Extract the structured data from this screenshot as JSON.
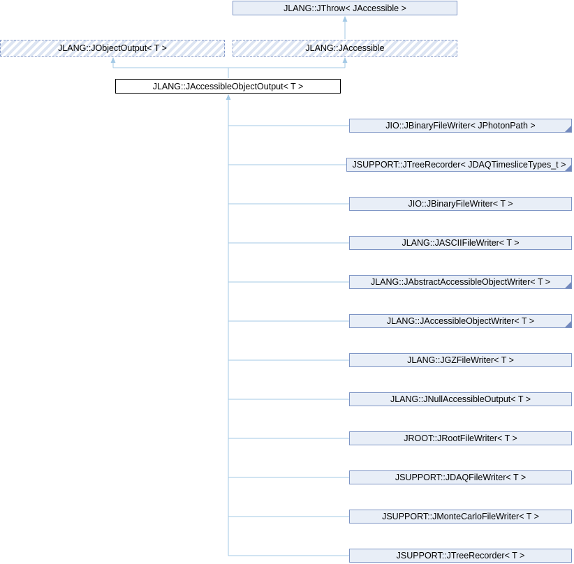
{
  "diagram": {
    "kind": "class-inheritance-graph",
    "colors": {
      "background": "#ffffff",
      "node_fill": "#e8eef7",
      "node_border": "#7e95c5",
      "hatch_stripe": "#dce4f2",
      "dashed_border": "#8095c6",
      "focus_border": "#000000",
      "edge": "#a3c9e6",
      "fold_corner": "#7389bd",
      "text": "#000000"
    },
    "nodes": {
      "grandparent": {
        "label": "JLANG::JThrow< JAccessible >"
      },
      "parents": [
        {
          "label": "JLANG::JObjectOutput< T >",
          "style": "hatched"
        },
        {
          "label": "JLANG::JAccessible",
          "style": "hatched"
        }
      ],
      "focus": {
        "label": "JLANG::JAccessibleObjectOutput< T >"
      },
      "derived": [
        {
          "label": "JIO::JBinaryFileWriter< JPhotonPath >",
          "has_subclasses": true
        },
        {
          "label": "JSUPPORT::JTreeRecorder< JDAQTimesliceTypes_t >",
          "has_subclasses": true
        },
        {
          "label": "JIO::JBinaryFileWriter< T >",
          "has_subclasses": false
        },
        {
          "label": "JLANG::JASCIIFileWriter< T >",
          "has_subclasses": false
        },
        {
          "label": "JLANG::JAbstractAccessibleObjectWriter< T >",
          "has_subclasses": true
        },
        {
          "label": "JLANG::JAccessibleObjectWriter< T >",
          "has_subclasses": true
        },
        {
          "label": "JLANG::JGZFileWriter< T >",
          "has_subclasses": false
        },
        {
          "label": "JLANG::JNullAccessibleOutput< T >",
          "has_subclasses": false
        },
        {
          "label": "JROOT::JRootFileWriter< T >",
          "has_subclasses": false
        },
        {
          "label": "JSUPPORT::JDAQFileWriter< T >",
          "has_subclasses": false
        },
        {
          "label": "JSUPPORT::JMonteCarloFileWriter< T >",
          "has_subclasses": false
        },
        {
          "label": "JSUPPORT::JTreeRecorder< T >",
          "has_subclasses": false
        }
      ]
    }
  }
}
